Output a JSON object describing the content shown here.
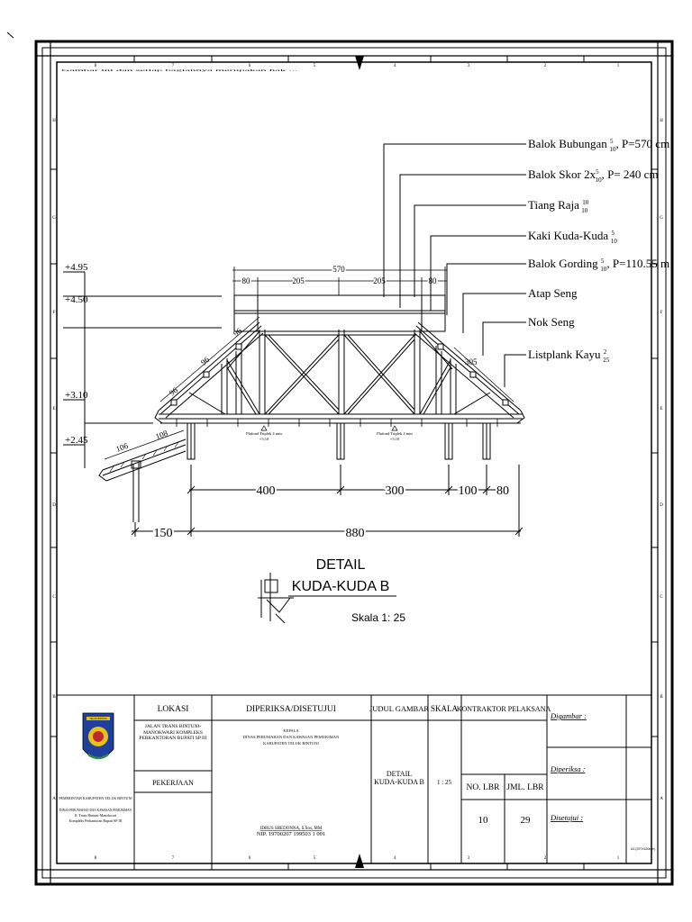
{
  "drawing": {
    "top_note": "Gambar ini dan setiap bagiannya merupakan hak ...",
    "border_cols": [
      "8",
      "7",
      "6",
      "5",
      "4",
      "3",
      "2",
      "1"
    ],
    "border_rows": [
      "H",
      "G",
      "F",
      "E",
      "D",
      "C",
      "B",
      "A"
    ],
    "callouts": [
      {
        "main": "Balok Bubungan ",
        "num": "5",
        "den": "10",
        "tail": ", P=570 cm"
      },
      {
        "main": "Balok Skor 2x",
        "num": "5",
        "den": "10",
        "tail": ", P= 240 cm"
      },
      {
        "main": "Tiang Raja ",
        "num": "10",
        "den": "10",
        "tail": ""
      },
      {
        "main": "Kaki Kuda-Kuda ",
        "num": "5",
        "den": "10",
        "tail": ""
      },
      {
        "main": "Balok Gording ",
        "num": "5",
        "den": "10",
        "tail": ", P=110.55 m"
      },
      {
        "main": "Atap Seng",
        "num": "",
        "den": "",
        "tail": ""
      },
      {
        "main": "Nok Seng",
        "num": "",
        "den": "",
        "tail": ""
      },
      {
        "main": "Listplank Kayu ",
        "num": "2",
        "den": "25",
        "tail": ""
      }
    ],
    "elevations": [
      "+4.95",
      "+4.50",
      "+3.10",
      "+2.45"
    ],
    "top_dims": {
      "total": "570",
      "segments": [
        "80",
        "205",
        "205",
        "80"
      ]
    },
    "slope_dims": [
      "96",
      "96",
      "96",
      "106",
      "108",
      "305"
    ],
    "plafond_label": "Plafond Triplek 4 mm",
    "plafond_level": "+3.10",
    "bottom_dims_1": [
      "400",
      "300",
      "100",
      "80"
    ],
    "bottom_dims_2": [
      "150",
      "880"
    ],
    "title_line1": "DETAIL",
    "title_line2": "KUDA-KUDA B",
    "scale": "Skala 1: 25"
  },
  "title_block": {
    "owner": "PEMERINTAH KABUPATEN TELUK BINTUNI",
    "dept": "DINAS PERUMAHAN DAN KAWASAN PEMUKIMAN",
    "address1": "Jl. Trans Bintuni-Manokwari",
    "address2": "Kompleks Perkantoran Bupati SP III",
    "logo_caption": "TELUK BINTUNI",
    "lokasi_head": "LOKASI",
    "lokasi_value": "JALAN TRANS BINTUNI-MANOKWARI KOMPLEKS PERKANTORAN BUPATI SP III",
    "pekerjaan_head": "PEKERJAAN",
    "diperiksa_head": "DIPERIKSA/DISETUJUI",
    "kepala": "KEPALA",
    "kepala_dept": "DINAS PERUMAHAN DAN KAWASAN PEMUKIMAN",
    "kepala_kab": "KABUPATEN TELUK BINTUNI",
    "official_name": "IDRUS SREDONNA, S.Sos, MM",
    "nip": "NIP. 19700207 199503 1 001",
    "judul_head": "JUDUL GAMBAR",
    "judul_value_1": "DETAIL",
    "judul_value_2": "KUDA-KUDA B",
    "skala_head": "SKALA",
    "skala_value": "1 : 25",
    "kontraktor_head": "KONTRAKTOR PELAKSANA",
    "no_lbr_head": "NO. LBR",
    "no_lbr_value": "10",
    "jml_lbr_head": "JML. LBR",
    "jml_lbr_value": "29",
    "digambar": "Digambar :",
    "diperiksa": "Diperiksa :",
    "disetujui": "Disetujui :",
    "sheet_code": "A3 (297X420mm)"
  }
}
